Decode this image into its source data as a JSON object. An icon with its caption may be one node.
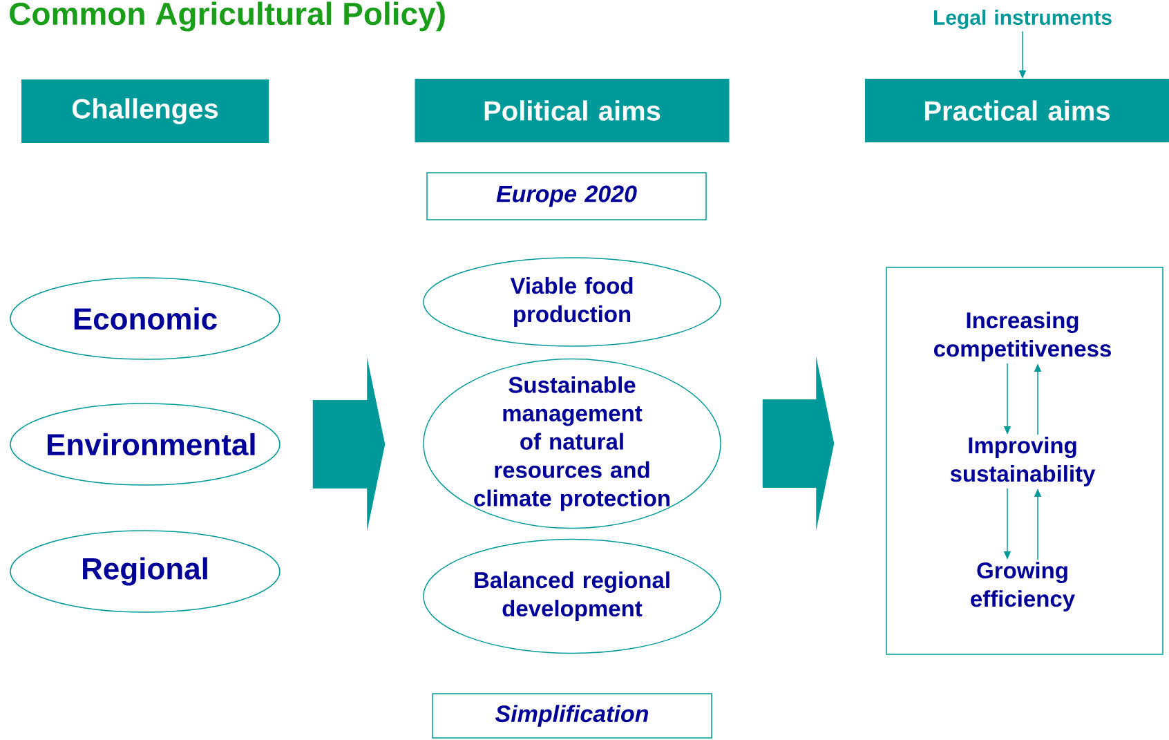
{
  "diagram": {
    "title": "Common Agricultural Policy)",
    "nodes": [
      {
        "text": [
          "Legal instruments"
        ]
      },
      {
        "text": [
          "Challenges"
        ]
      },
      {
        "text": [
          "Political aims"
        ]
      },
      {
        "text": [
          "Practical aims"
        ]
      },
      {
        "text": [
          "*Europe 2020*"
        ]
      },
      {
        "text": [
          "Economic"
        ]
      },
      {
        "text": [
          "Environmental"
        ]
      },
      {
        "text": [
          "Regional"
        ]
      },
      {
        "text": [
          "Viable food production"
        ]
      },
      {
        "text": [
          "Sustainable management of natural resources and climate protection"
        ]
      },
      {
        "text": [
          "Balanced regional development"
        ]
      },
      {
        "text": [
          "*Simplification*"
        ]
      },
      {
        "text": [],
        "shape": "box"
      },
      {
        "text": [
          "Increasing competitiveness"
        ],
        "in": 12
      },
      {
        "text": [
          "Improving sustainability"
        ],
        "in": 12
      },
      {
        "text": [
          "Growing efficiency"
        ],
        "in": 12
      }
    ],
    "edges": [
      {
        "from": 0,
        "to": 3,
        "arrow": "to"
      },
      {
        "from": 13,
        "to": 14,
        "arrow": "to"
      },
      {
        "from": 14,
        "to": 13,
        "arrow": "to"
      },
      {
        "from": 14,
        "to": 15,
        "arrow": "to"
      },
      {
        "from": 15,
        "to": 14,
        "arrow": "to"
      },
      {
        "from": 6,
        "to": 9,
        "arrow": "to",
        "style": "thick"
      },
      {
        "from": 9,
        "to": 12,
        "arrow": "to",
        "style": "thick"
      }
    ]
  }
}
